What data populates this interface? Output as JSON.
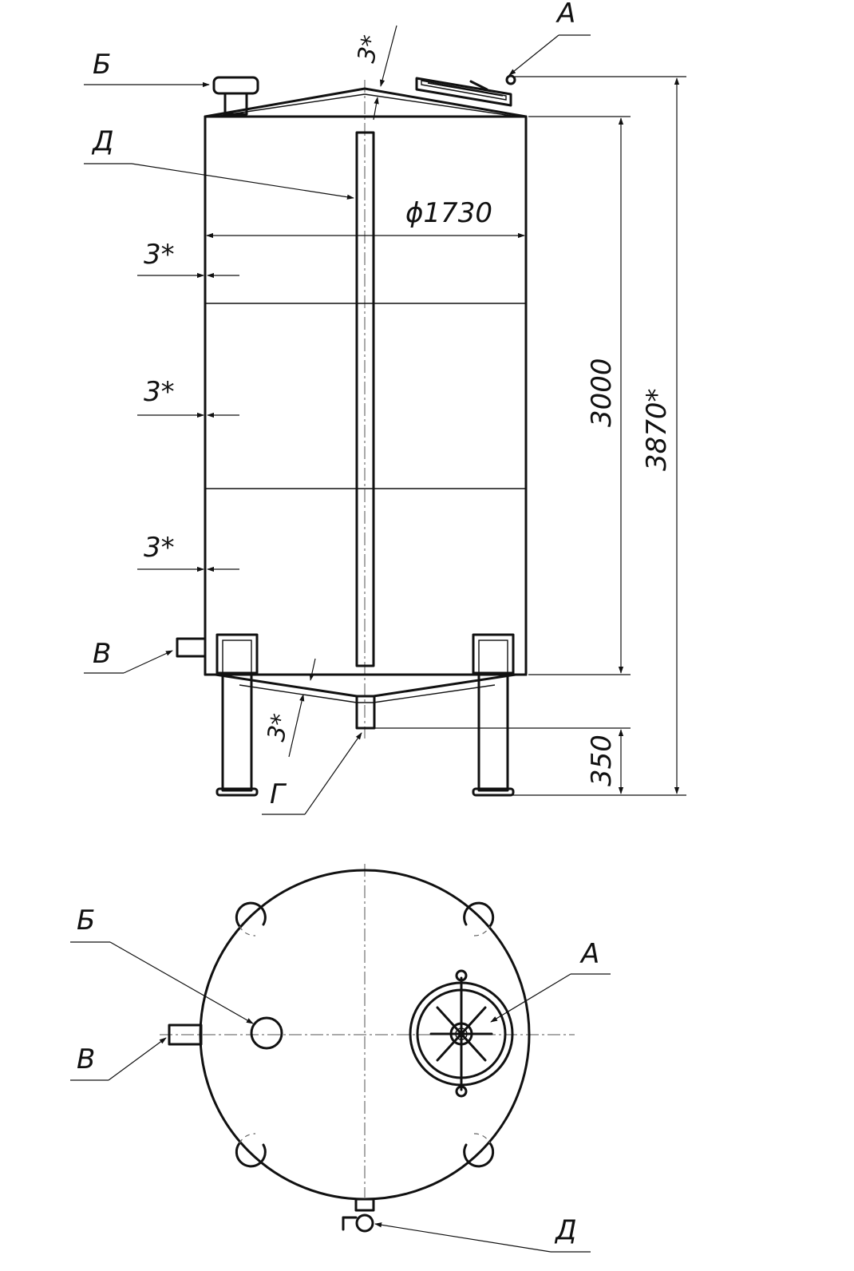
{
  "diagram": {
    "labels": {
      "A_side": "А",
      "B_side": "Б",
      "V_side": "В",
      "G_side": "Г",
      "D_side": "Д",
      "A_top": "А",
      "B_top": "Б",
      "V_top": "В",
      "D_top": "Д"
    },
    "dimensions": {
      "diameter": "ϕ1730",
      "shell_height": "3000",
      "total_height": "3870*",
      "leg_height": "350",
      "thickness_roof": "3*",
      "thickness_wall_1": "3*",
      "thickness_wall_2": "3*",
      "thickness_wall_3": "3*",
      "thickness_bottom": "3*"
    }
  }
}
